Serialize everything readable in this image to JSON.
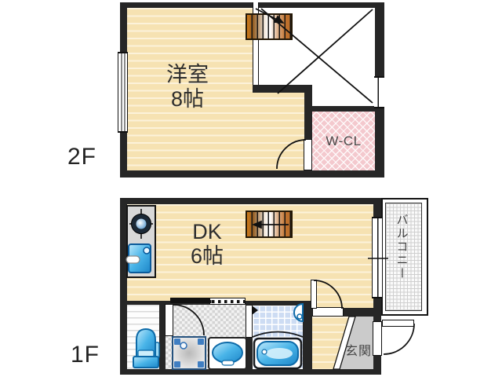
{
  "floors": {
    "f2": {
      "label": "2F",
      "room": {
        "name": "洋室",
        "size": "8帖"
      },
      "closet_label": "W-CL"
    },
    "f1": {
      "label": "1F",
      "room": {
        "name": "DK",
        "size": "6帖"
      },
      "entrance_label": "玄関",
      "balcony_label": "バルコニー"
    }
  },
  "icons": {
    "stairs_2f": "staircase-up-arrow",
    "stairs_1f": "staircase-down-arrow",
    "void_x": "void-cross-mark",
    "door": "door-swing-arc",
    "window": "sliding-window",
    "toilet": "toilet-top-view",
    "washer_pan": "washing-machine-pan",
    "washbasin": "washbasin-top-view",
    "bathtub": "bathtub-top-view",
    "shower": "shower-faucet",
    "gas_stove": "gas-stove-burner",
    "kitchen_sink": "kitchen-sink"
  },
  "colors": {
    "wall": "#262626",
    "flooring_beige": "#f6e2b2",
    "closet_pink": "#f4c9ce",
    "bath_tile_blue": "#cddcf3",
    "fixture_blue": "#2fa8e1",
    "stair_orange": "#c1712b",
    "entrance_gray": "#cbcbcb"
  }
}
